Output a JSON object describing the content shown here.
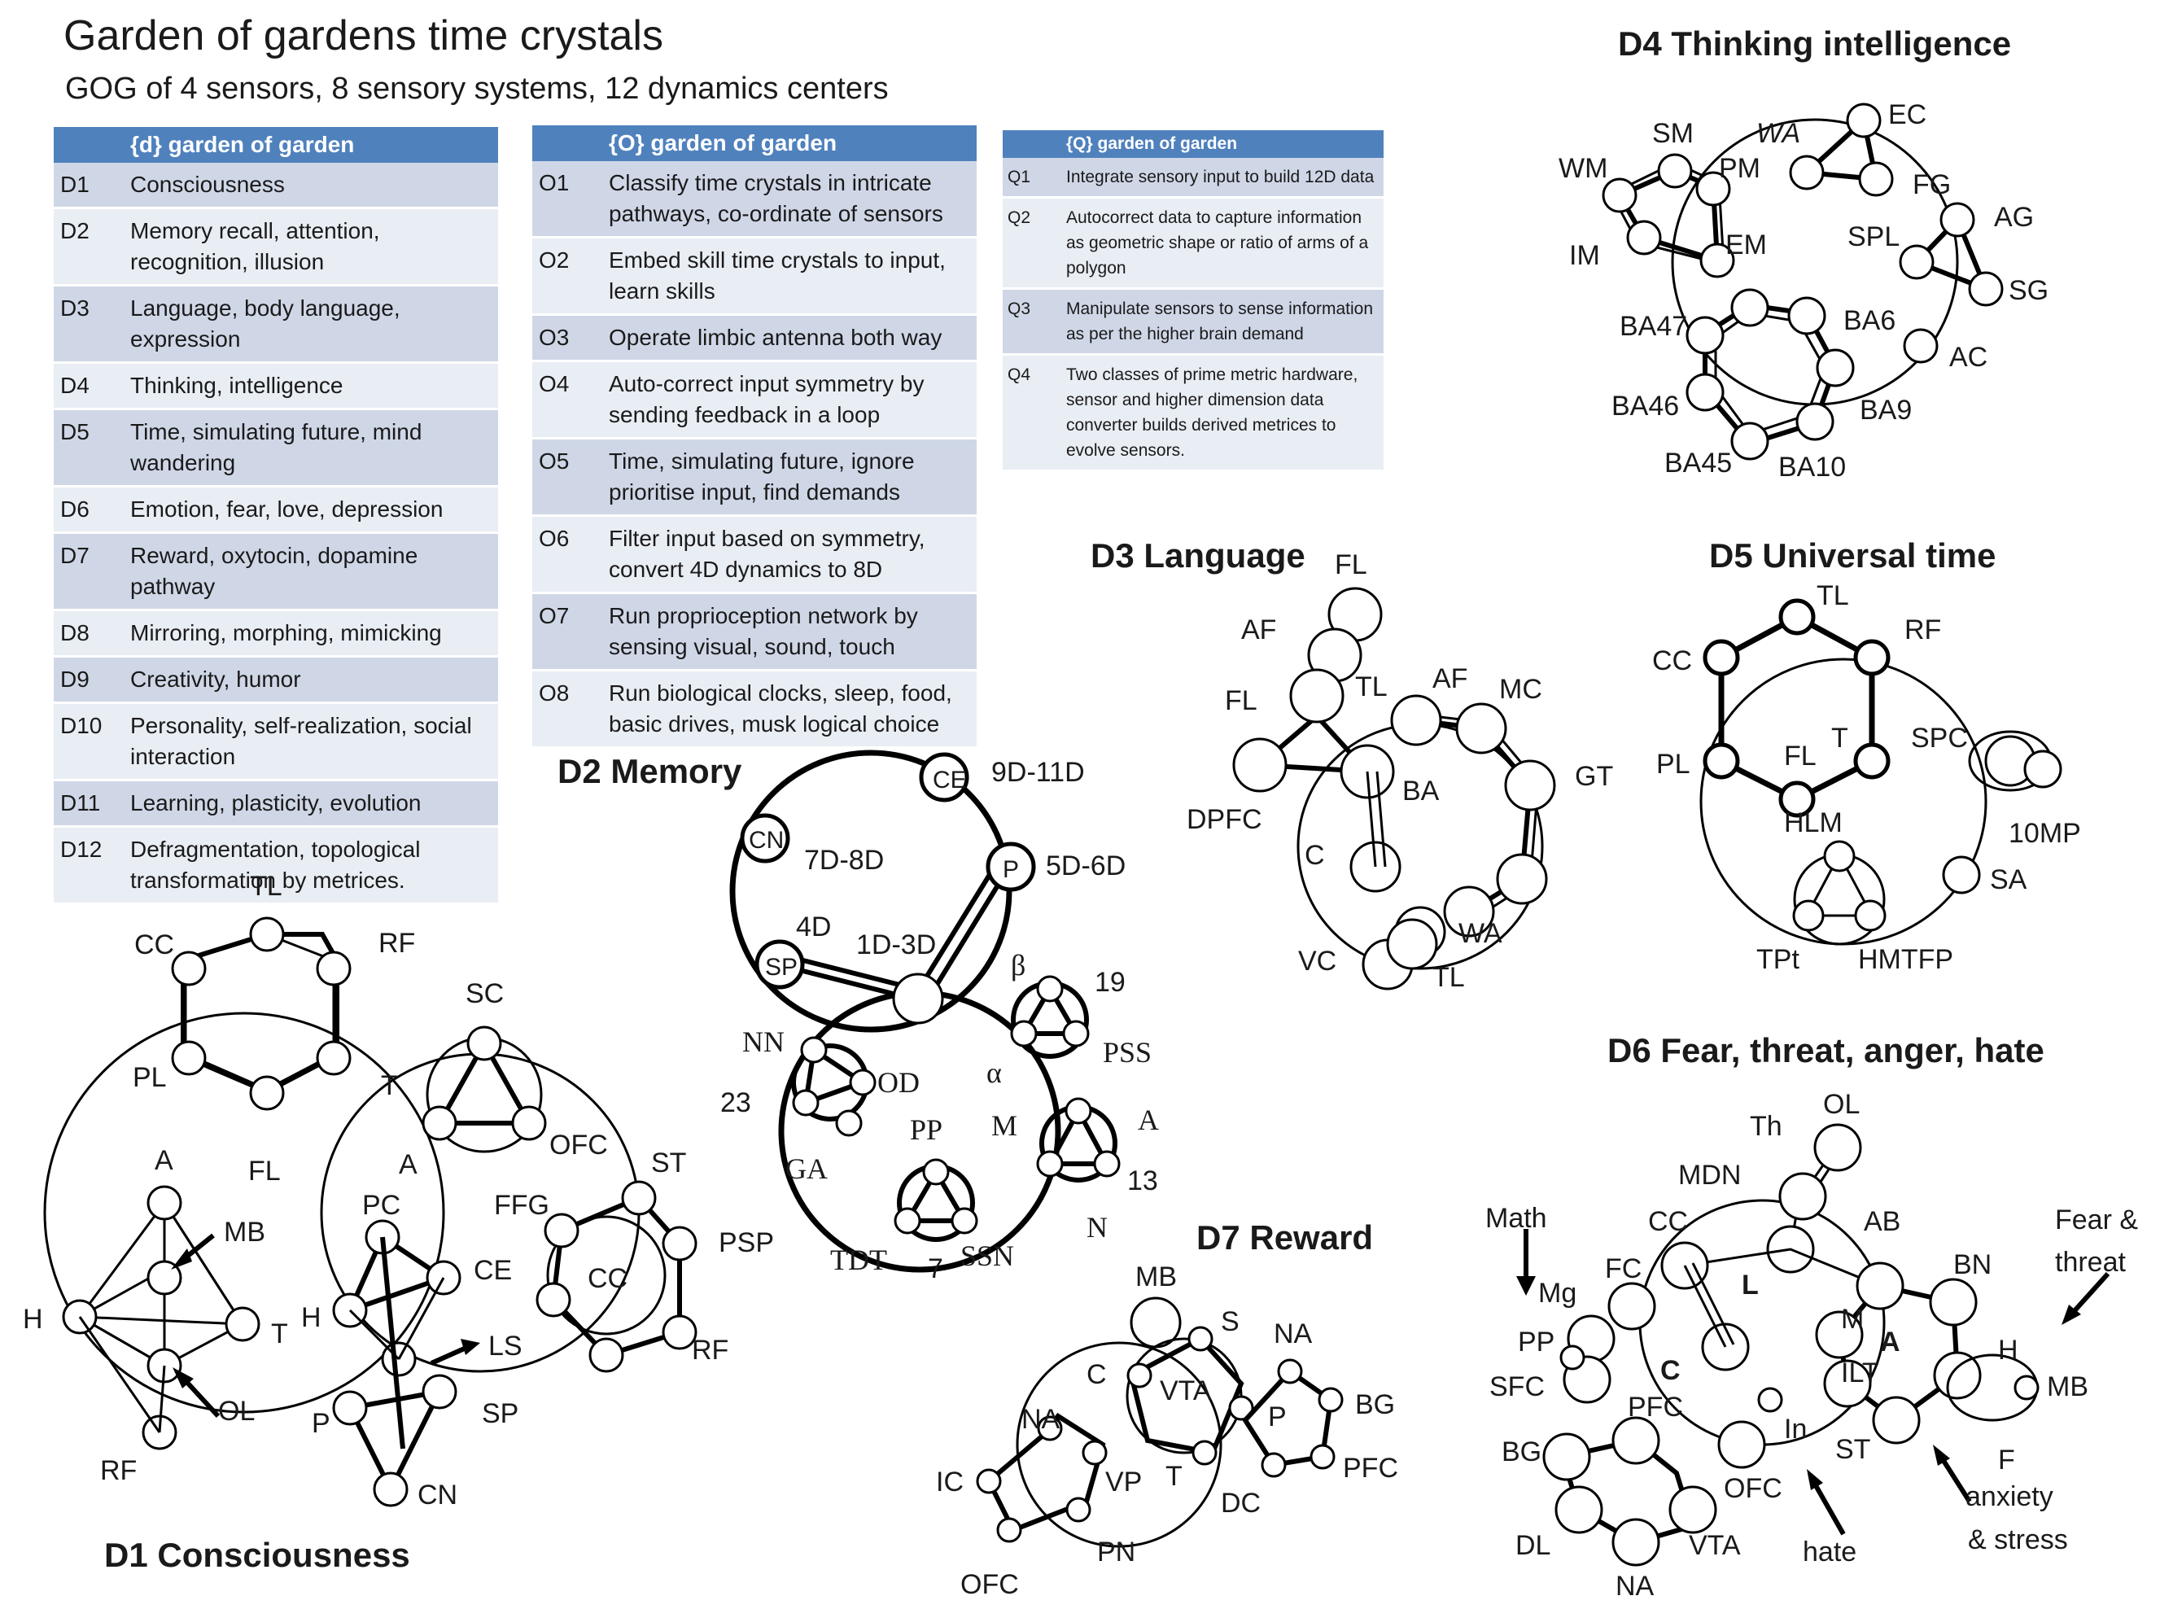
{
  "title": "Garden of gardens time crystals",
  "subtitle": "GOG of 4 sensors, 8 sensory systems, 12 dynamics centers",
  "table_d": {
    "header": "{d} garden of garden",
    "rows": [
      {
        "id": "D1",
        "text": "Consciousness"
      },
      {
        "id": "D2",
        "text": "Memory recall, attention, recognition, illusion"
      },
      {
        "id": "D3",
        "text": "Language, body language, expression"
      },
      {
        "id": "D4",
        "text": "Thinking, intelligence"
      },
      {
        "id": "D5",
        "text": "Time, simulating future, mind wandering"
      },
      {
        "id": "D6",
        "text": "Emotion, fear, love, depression"
      },
      {
        "id": "D7",
        "text": "Reward, oxytocin, dopamine pathway"
      },
      {
        "id": "D8",
        "text": "Mirroring, morphing, mimicking"
      },
      {
        "id": "D9",
        "text": "Creativity, humor"
      },
      {
        "id": "D10",
        "text": "Personality, self-realization, social interaction"
      },
      {
        "id": "D11",
        "text": "Learning, plasticity, evolution"
      },
      {
        "id": "D12",
        "text": "Defragmentation, topological transformation by metrices."
      }
    ]
  },
  "table_o": {
    "header": "{O} garden of garden",
    "rows": [
      {
        "id": "O1",
        "text": "Classify time crystals in intricate pathways, co-ordinate of sensors"
      },
      {
        "id": "O2",
        "text": "Embed skill time crystals to input, learn skills"
      },
      {
        "id": "O3",
        "text": "Operate limbic antenna both way"
      },
      {
        "id": "O4",
        "text": "Auto-correct input symmetry by sending feedback in a loop"
      },
      {
        "id": "O5",
        "text": "Time, simulating future, ignore prioritise input, find demands"
      },
      {
        "id": "O6",
        "text": "Filter input based on symmetry, convert 4D dynamics to 8D"
      },
      {
        "id": "O7",
        "text": "Run proprioception network by sensing visual, sound, touch"
      },
      {
        "id": "O8",
        "text": "Run biological clocks, sleep, food, basic drives, musk logical choice"
      }
    ]
  },
  "table_q": {
    "header": "{Q} garden of garden",
    "rows": [
      {
        "id": "Q1",
        "text": "Integrate sensory input to build 12D data"
      },
      {
        "id": "Q2",
        "text": "Autocorrect data to capture information as geometric shape or ratio of arms of a polygon"
      },
      {
        "id": "Q3",
        "text": "Manipulate sensors to sense information as per the higher brain demand"
      },
      {
        "id": "Q4",
        "text": "Two classes of prime metric hardware, sensor and higher dimension data converter builds derived metrices to evolve sensors."
      }
    ]
  },
  "diagrams": {
    "d1": {
      "title": "D1 Consciousness",
      "labels": [
        "TL",
        "CC",
        "RF",
        "PL",
        "FL",
        "T",
        "A",
        "MB",
        "H",
        "T",
        "OL",
        "RF",
        "SC",
        "OFC",
        "ST",
        "A",
        "PC",
        "FFG",
        "CE",
        "CC",
        "PSP",
        "RF",
        "H",
        "LS",
        "P",
        "SP",
        "CN"
      ]
    },
    "d2": {
      "title": "D2 Memory",
      "labels": [
        "CE",
        "9D-11D",
        "CN",
        "7D-8D",
        "P",
        "5D-6D",
        "SP",
        "4D",
        "1D-3D",
        "β",
        "19",
        "NN",
        "OD",
        "PSS",
        "23",
        "α",
        "PP",
        "M",
        "A",
        "GA",
        "13",
        "TDT",
        "7",
        "SSN",
        "N"
      ]
    },
    "d3": {
      "title": "D3 Language",
      "labels": [
        "FL",
        "AF",
        "FL",
        "TL",
        "AF",
        "MC",
        "GT",
        "DPFC",
        "BA",
        "C",
        "VC",
        "WA",
        "TL"
      ]
    },
    "d4": {
      "title": "D4 Thinking intelligence",
      "labels": [
        "SM",
        "WA",
        "EC",
        "WM",
        "PM",
        "FG",
        "IM",
        "EM",
        "SPL",
        "AG",
        "SG",
        "BA47",
        "BA6",
        "AC",
        "BA46",
        "BA9",
        "BA45",
        "BA10"
      ]
    },
    "d5": {
      "title": "D5 Universal time",
      "labels": [
        "TL",
        "CC",
        "RF",
        "T",
        "SPC",
        "PL",
        "FL",
        "HLM",
        "10MP",
        "SA",
        "TPt",
        "HMTFP"
      ]
    },
    "d6": {
      "title": "D6 Fear, threat, anger, hate",
      "labels": [
        "OL",
        "Th",
        "MDN",
        "Math",
        "CC",
        "AB",
        "Fear &",
        "threat",
        "FC",
        "L",
        "BN",
        "Mg",
        "M",
        "PP",
        "H",
        "MB",
        "SFC",
        "C",
        "ILT",
        "A",
        "PFC",
        "In",
        "ST",
        "BG",
        "F",
        "OFC",
        "anxiety",
        "hate",
        "& stress",
        "DL",
        "VTA",
        "NA"
      ]
    },
    "d7": {
      "title": "D7 Reward",
      "labels": [
        "MB",
        "S",
        "NA",
        "C",
        "VTA",
        "BG",
        "NA",
        "P",
        "IC",
        "VP",
        "T",
        "PFC",
        "DC",
        "PN",
        "OFC"
      ]
    }
  }
}
